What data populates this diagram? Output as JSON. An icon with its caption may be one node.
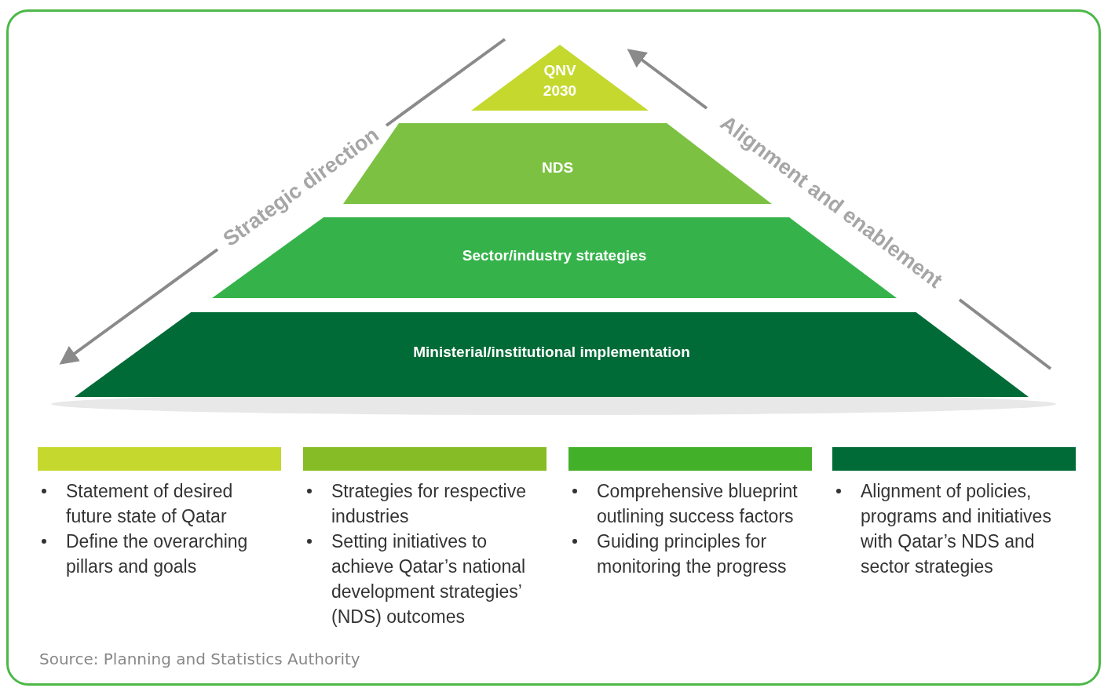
{
  "diagram": {
    "caption": "Source: Planning and Statistics Authority",
    "nodes": [
      {
        "text": [
          "QNV 2030"
        ]
      },
      {
        "text": [
          "NDS"
        ]
      },
      {
        "text": [
          "Sector/industry strategies"
        ]
      },
      {
        "text": [
          "Ministerial/institutional implementation"
        ]
      },
      {
        "text": [
          "Statement of desired future state of Qatar",
          "Define the overarching pillars and goals"
        ]
      },
      {
        "text": [
          "Strategies for respective industries",
          "Setting initiatives to achieve Qatar’s national development strategies’ (NDS) outcomes"
        ]
      },
      {
        "text": [
          "Comprehensive blueprint outlining success factors",
          "Guiding principles for monitoring the progress"
        ]
      },
      {
        "text": [
          "Alignment of policies, programs and initiatives with Qatar’s NDS and sector strategies"
        ]
      }
    ],
    "edges": [],
    "labels": [
      "Strategic direction",
      "Alignment and enablement"
    ]
  }
}
